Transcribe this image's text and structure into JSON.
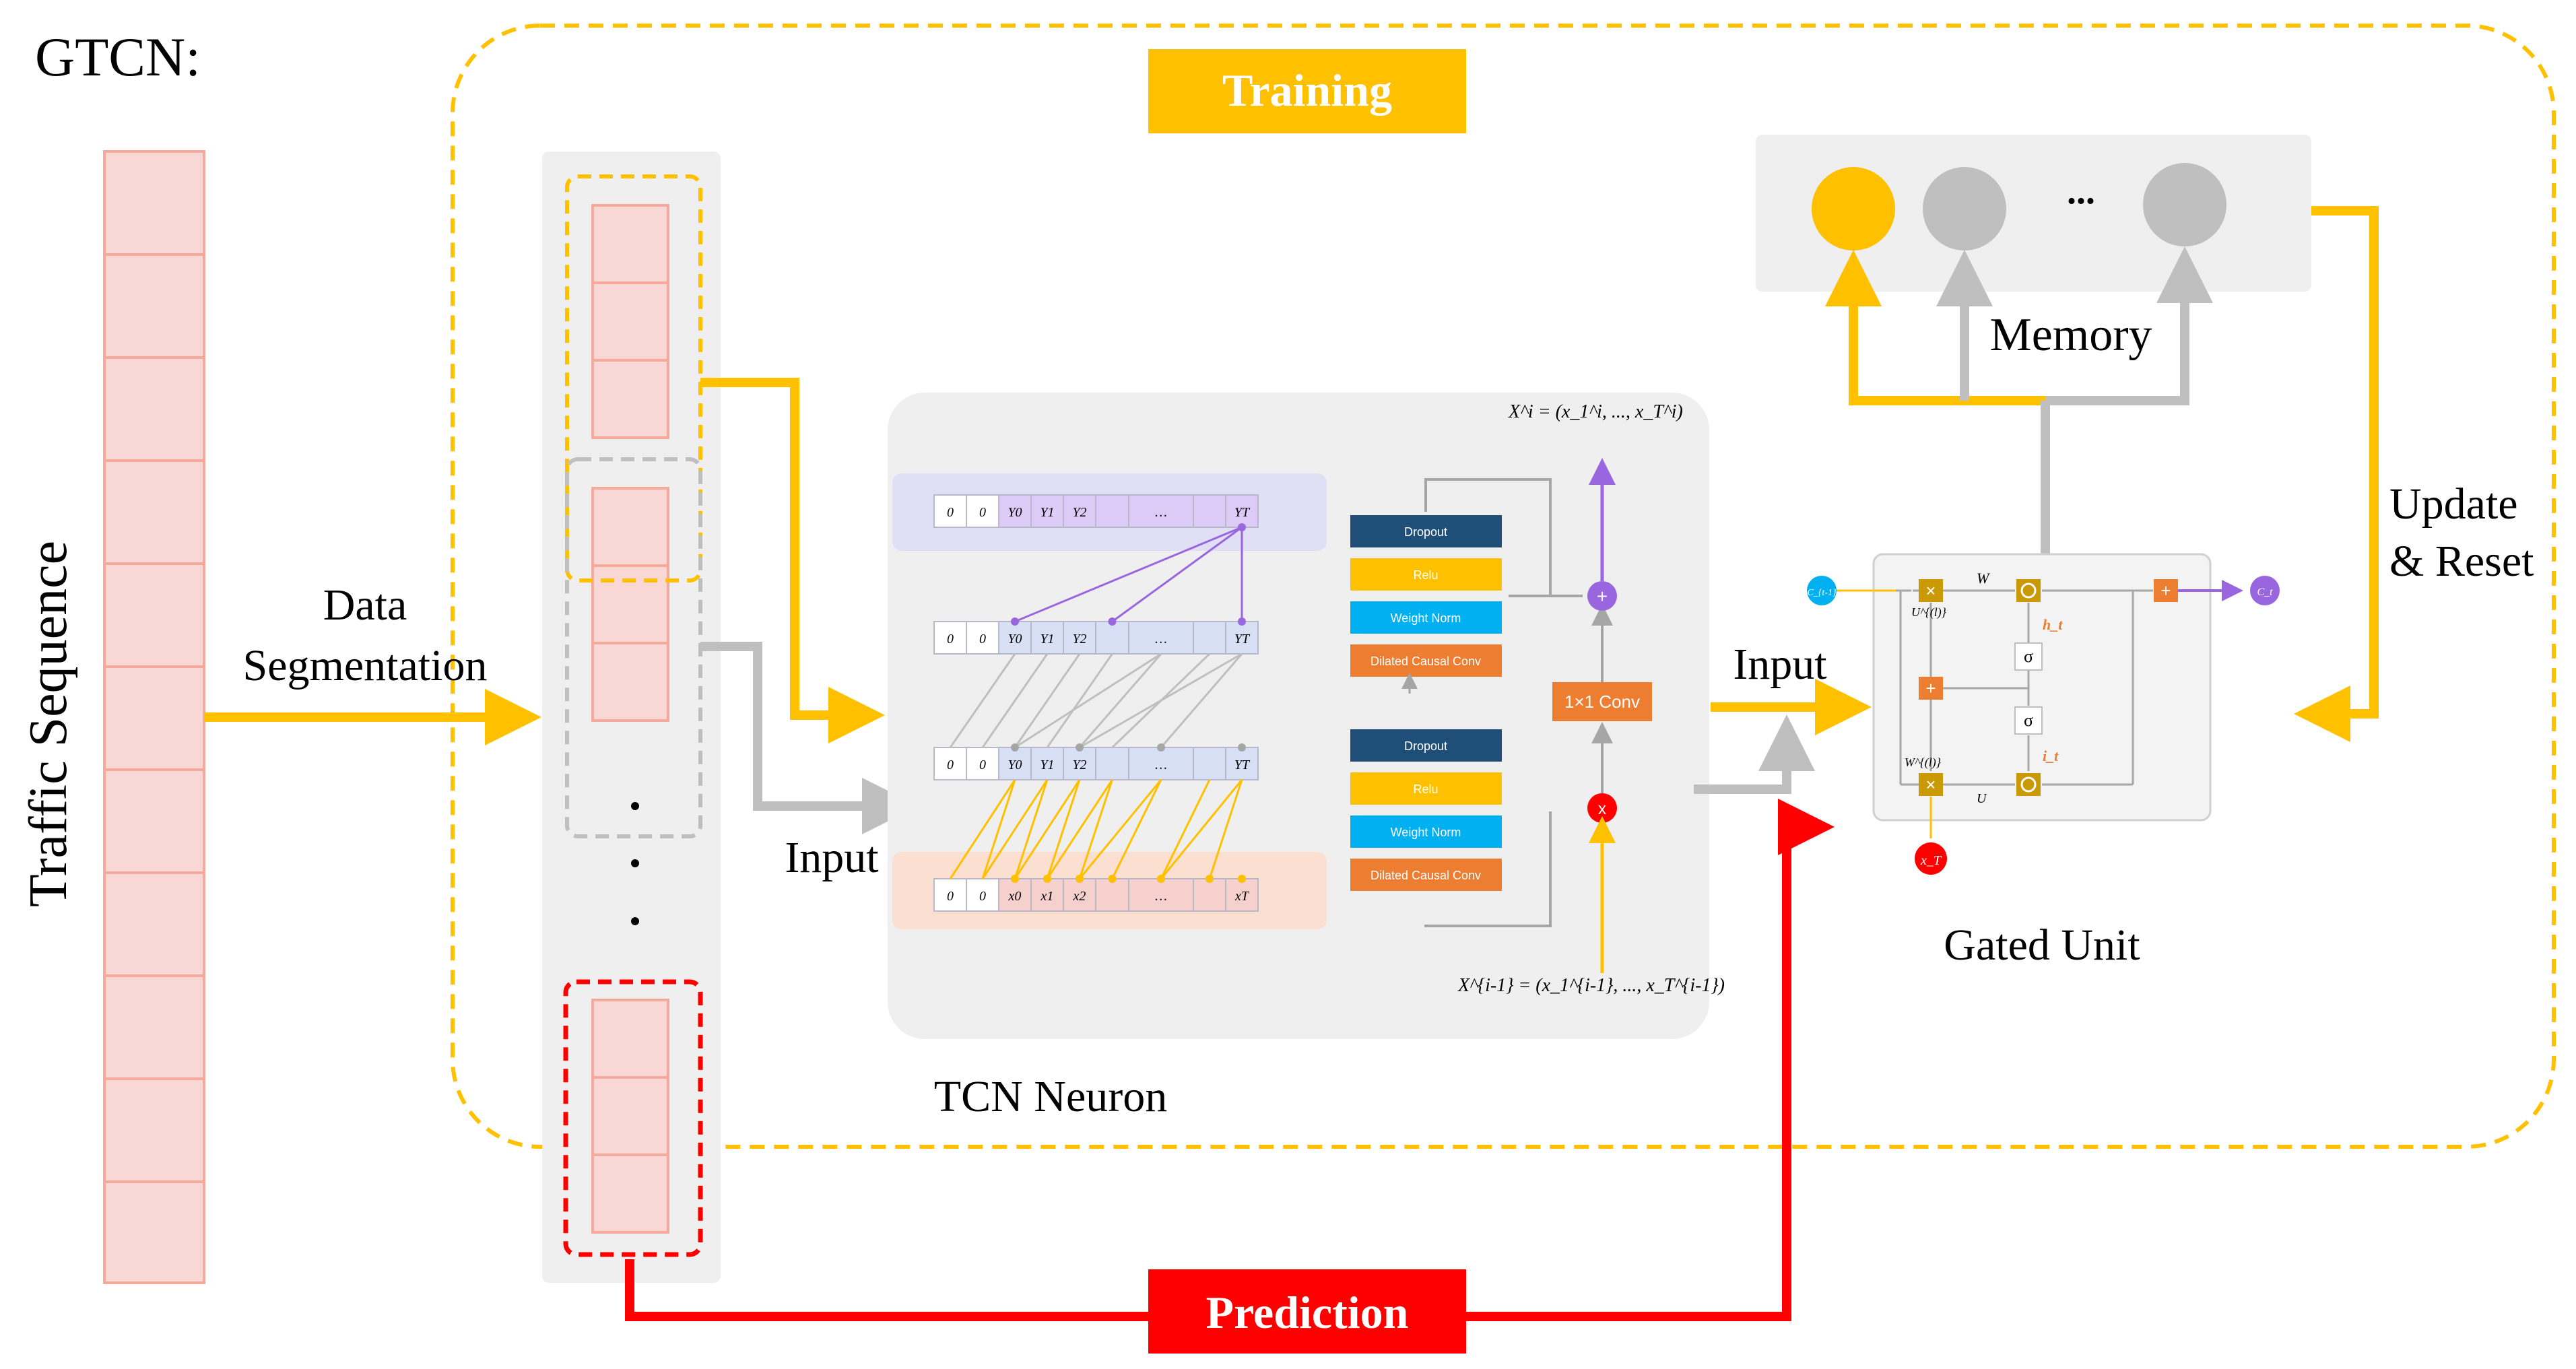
{
  "title": "GTCN:",
  "labels": {
    "traffic_sequence": "Traffic Sequence",
    "data_segmentation_line1": "Data",
    "data_segmentation_line2": "Segmentation",
    "input_left": "Input",
    "input_right": "Input",
    "tcn_neuron": "TCN Neuron",
    "memory": "Memory",
    "update_reset_line1": "Update",
    "update_reset_line2": "& Reset",
    "gated_unit": "Gated Unit",
    "ellipsis": "..."
  },
  "banners": {
    "training": "Training",
    "prediction": "Prediction"
  },
  "tcn": {
    "output_formula": "X^i = (x_1^i, ..., x_T^i)",
    "input_formula": "X^{i-1} = (x_1^{i-1}, ..., x_T^{i-1})",
    "conv_1x1": "1×1 Conv",
    "plus": "+",
    "times": "x",
    "rows": {
      "top": [
        "0",
        "0",
        "Y0",
        "Y1",
        "Y2",
        "",
        "…",
        "",
        "YT"
      ],
      "mid": [
        "0",
        "0",
        "Y0",
        "Y1",
        "Y2",
        "",
        "…",
        "",
        "YT"
      ],
      "low": [
        "0",
        "0",
        "Y0",
        "Y1",
        "Y2",
        "",
        "…",
        "",
        "YT"
      ],
      "input": [
        "0",
        "0",
        "x0",
        "x1",
        "x2",
        "",
        "…",
        "",
        "xT"
      ]
    },
    "block_a": [
      "Dropout",
      "Relu",
      "Weight Norm",
      "Dilated Causal Conv"
    ],
    "block_b": [
      "Dropout",
      "Relu",
      "Weight Norm",
      "Dilated Causal Conv"
    ]
  },
  "gated": {
    "W_top": "W",
    "U_top": "U^{(l)}",
    "W_bot": "W^{(l)}",
    "U_bot": "U",
    "sigma": "σ",
    "h_t": "h_t",
    "i_t": "i_t",
    "x_t": "x_T",
    "c_in": "C_{t-1}",
    "c_out": "C_t",
    "times": "×",
    "plus": "+"
  },
  "colors": {
    "gold": "#FFC000",
    "red": "#FF0000",
    "gray": "#BFBFBF",
    "pink_fill": "#F8D7D4",
    "pink_stroke": "#F4A99B",
    "purple": "#9966E0",
    "navy": "#1F4E79",
    "cyan": "#00B0F0",
    "orange": "#ED7D31",
    "tan": "#C99A06"
  },
  "icons": [
    "arrow-icon",
    "circle-node-icon",
    "plus-node-icon",
    "times-node-icon",
    "sigma-box-icon"
  ]
}
